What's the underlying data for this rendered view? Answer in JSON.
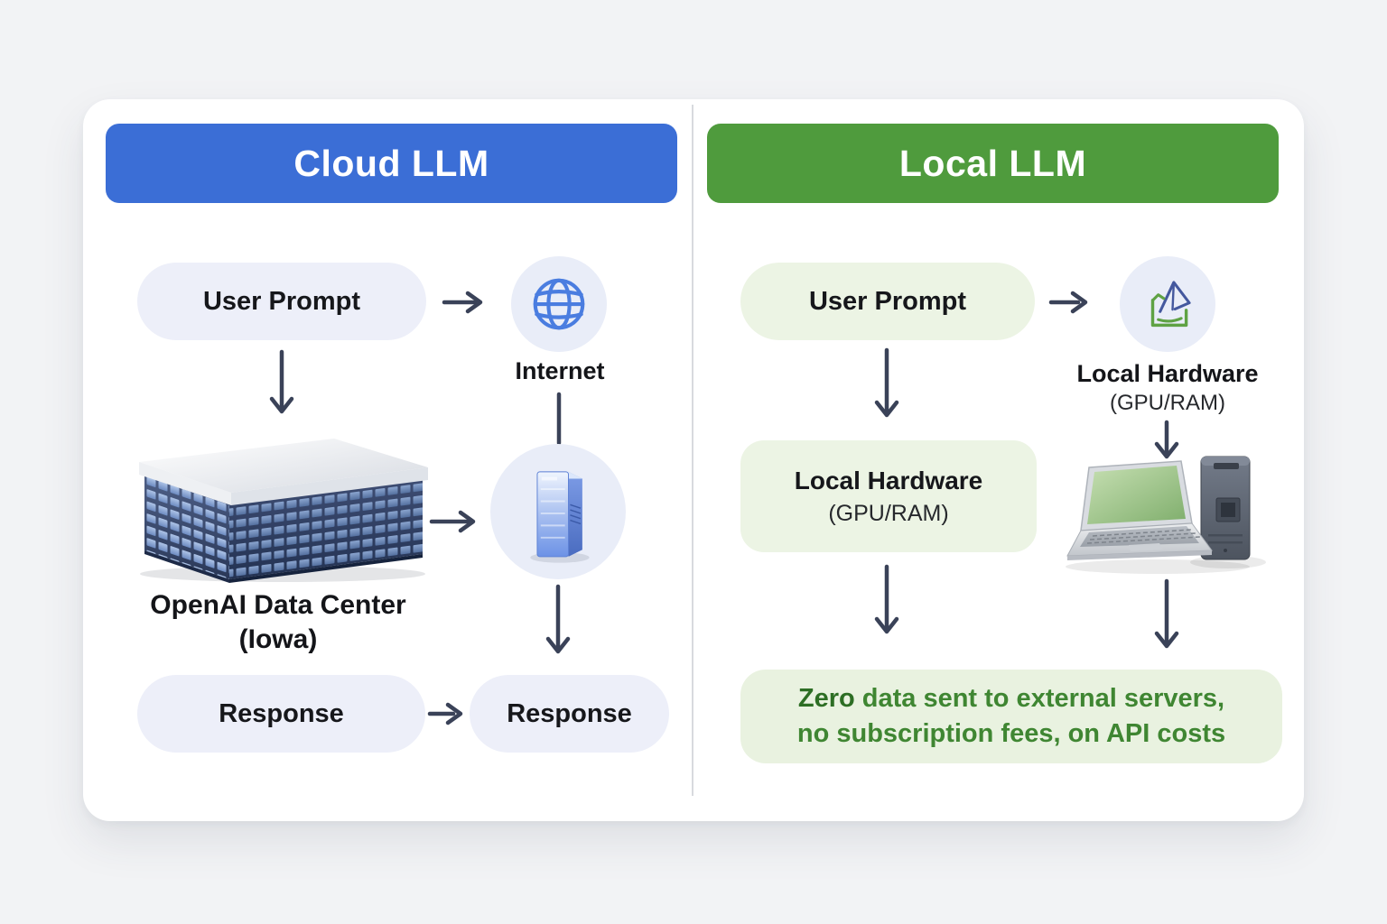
{
  "panels": {
    "cloud": {
      "title": "Cloud LLM",
      "user_prompt": "User Prompt",
      "internet_label": "Internet",
      "datacenter_line1": "OpenAI Data Center",
      "datacenter_line2": "(Iowa)",
      "response_left": "Response",
      "response_right": "Response"
    },
    "local": {
      "title": "Local LLM",
      "user_prompt": "User Prompt",
      "hw_icon_label_line1": "Local Hardware",
      "hw_icon_label_line2": "(GPU/RAM)",
      "hw_box_line1": "Local Hardware",
      "hw_box_line2": "(GPU/RAM)",
      "benefit_bold": "Zero",
      "benefit_line1_rest": " data sent to external servers,",
      "benefit_line2": "no subscription fees, on API costs"
    }
  },
  "icons": {
    "globe": "globe-icon",
    "server": "server-tower-icon",
    "local_hardware": "document-chip-icon",
    "datacenter": "datacenter-building-illustration",
    "computer": "laptop-and-tower-illustration"
  },
  "colors": {
    "cloud_accent": "#3b6ed6",
    "local_accent": "#4f9b3d",
    "cloud_pill_bg": "#edeff9",
    "local_pill_bg": "#ecf4e4",
    "icon_circle_bg": "#e9edf8",
    "benefit_bg": "#e9f2e0",
    "benefit_text": "#3f8632",
    "arrow": "#3a4258",
    "card_bg": "#ffffff",
    "page_bg": "#f2f3f5"
  }
}
